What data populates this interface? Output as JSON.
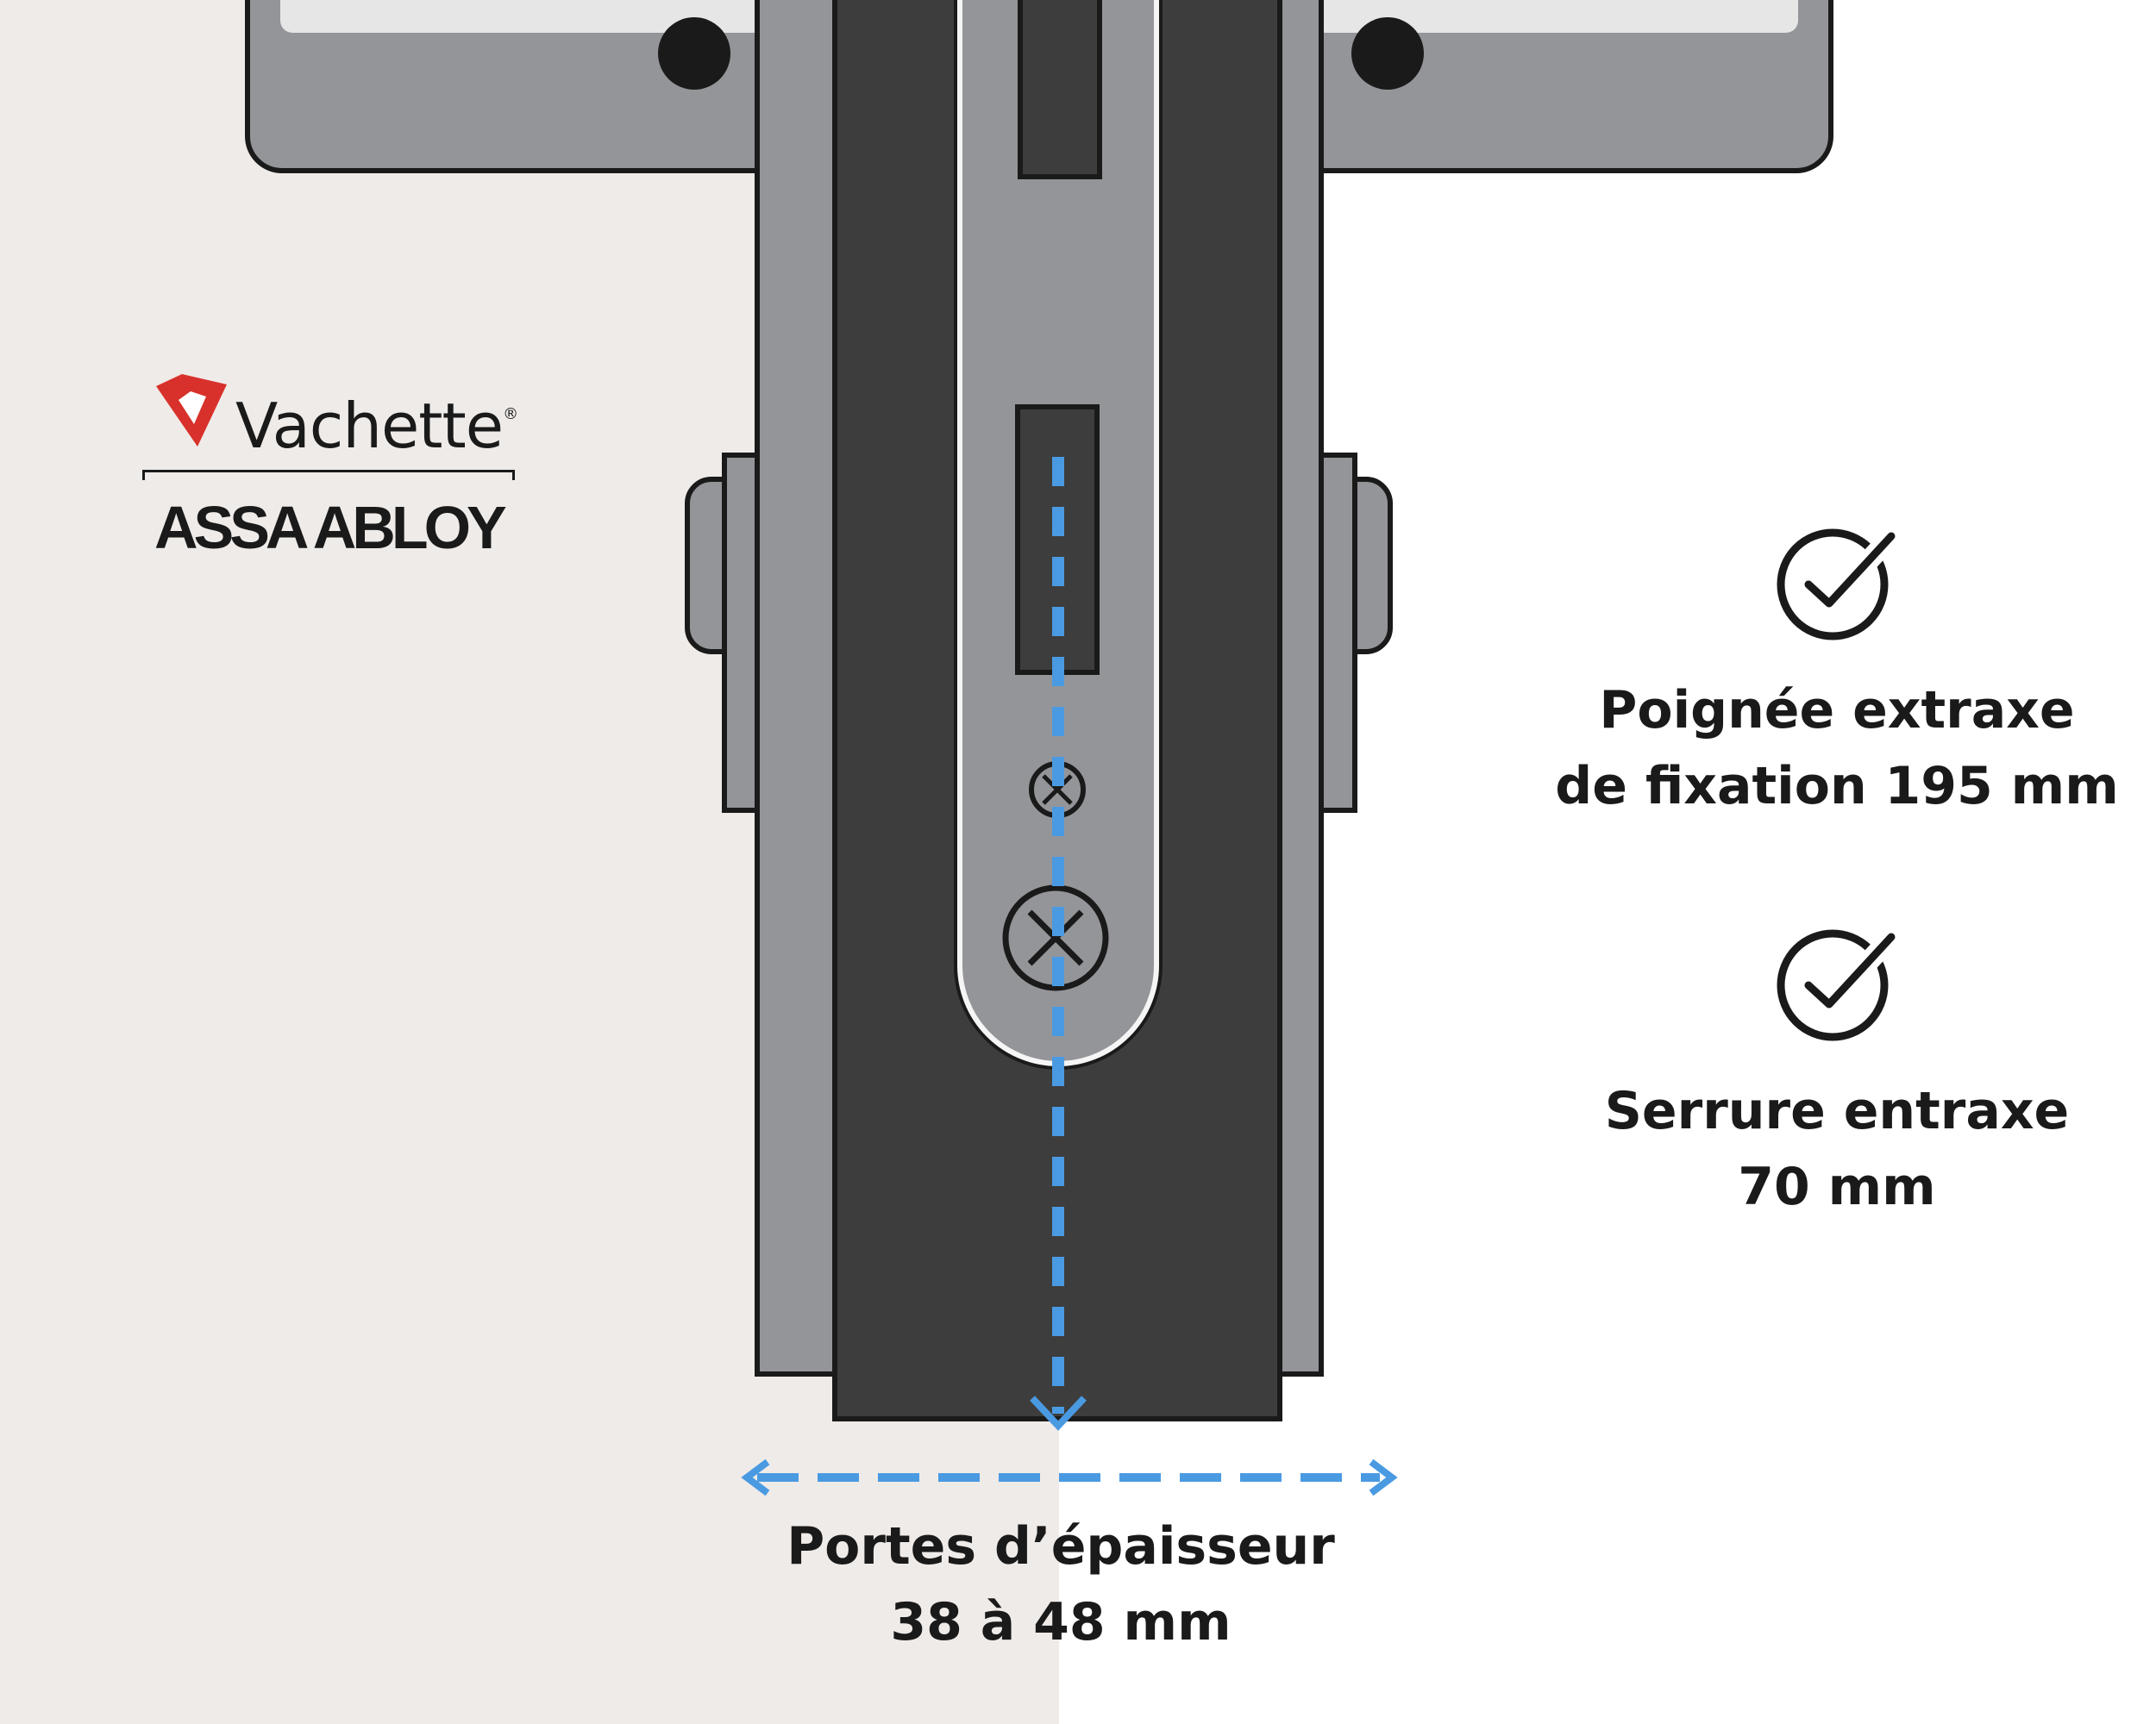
{
  "brand": {
    "name": "Vachette",
    "registered_mark": "®",
    "parent": "ASSA ABLOY",
    "logo_color": "#d8312b"
  },
  "features": [
    {
      "icon": "check-circle-icon",
      "lines": [
        "Poignée extraxe",
        "de fixation 195 mm"
      ]
    },
    {
      "icon": "check-circle-icon",
      "lines": [
        "Serrure entraxe",
        "70 mm"
      ]
    }
  ],
  "door_thickness": {
    "lines": [
      "Portes d’épaisseur",
      "38 à 48 mm"
    ]
  },
  "colors": {
    "dimension_arrow": "#4a9ae2",
    "door": "#3d3d3d",
    "metal": "#949599",
    "outline": "#1a1a1a",
    "left_background": "#efebe8"
  }
}
